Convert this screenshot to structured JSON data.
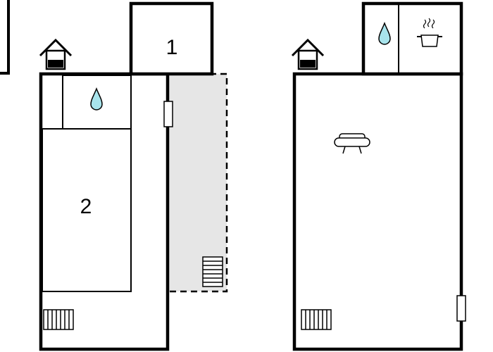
{
  "floor_left": {
    "rooms": [
      {
        "label": "1"
      },
      {
        "label": "2"
      }
    ],
    "icons": [
      "house-entrance-icon",
      "water-drop-icon",
      "stairs-icon",
      "window-icon"
    ],
    "terrace": {
      "fill": "#e6e6e6",
      "style": "dashed"
    }
  },
  "floor_right": {
    "icons": [
      "house-entrance-icon",
      "water-drop-icon",
      "cooking-pot-icon",
      "sofa-icon",
      "stairs-icon",
      "window-icon"
    ]
  },
  "colors": {
    "wall": "#000000",
    "water": "#a8e4ec",
    "terrace": "#e6e6e6",
    "background": "#ffffff"
  }
}
